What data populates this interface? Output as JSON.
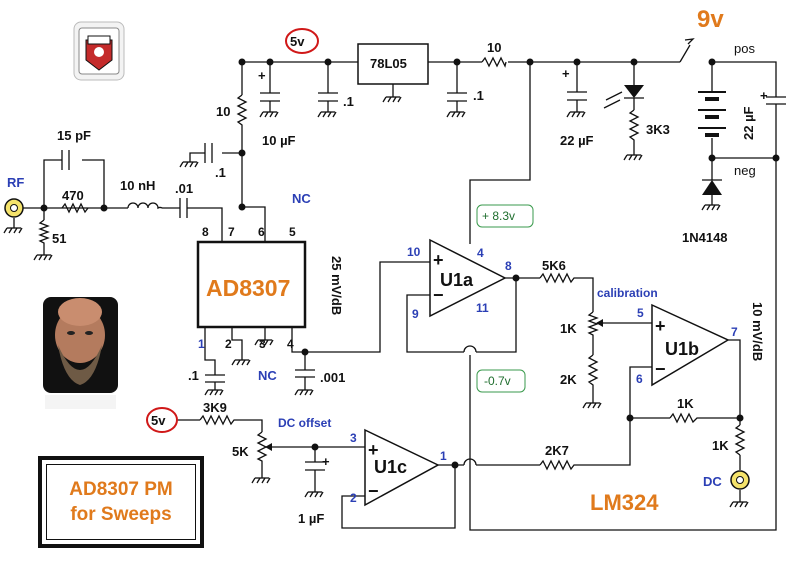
{
  "title": {
    "line1": "AD8307 PM",
    "line2": "for Sweeps"
  },
  "supply": {
    "v9": "9v",
    "pos": "pos",
    "neg": "neg",
    "v5a": "5v",
    "v5b": "5v"
  },
  "chips": {
    "ad8307": "AD8307",
    "lm324": "LM324",
    "u1a": "U1a",
    "u1b": "U1b",
    "u1c": "U1c",
    "reg": "78L05"
  },
  "components": {
    "c15p": "15 pF",
    "r470": "470",
    "l10n": "10 nH",
    "c01a": ".01",
    "c1a": ".1",
    "r10a": "10",
    "c10u": "10 µF",
    "c1b": ".1",
    "r10b": "10",
    "c1c": ".1",
    "c22ua": "22 µF",
    "r3k3": "3K3",
    "c22ub": "22 µF",
    "d1n4148": "1N4148",
    "r51": "51",
    "r5k6": "5K6",
    "r1ka": "1K",
    "r2k": "2K",
    "r1kb": "1K",
    "r1kc": "1K",
    "r3k9": "3K9",
    "r5k": "5K",
    "r2k7": "2K7",
    "c1u": "1 µF",
    "c1d": ".1",
    "c001": ".001"
  },
  "labels": {
    "rf": "RF",
    "dc": "DC",
    "nc1": "NC",
    "nc2": "NC",
    "slope1": "25 mV/dB",
    "slope2": "10 mV/dB",
    "calibration": "calibration",
    "dcoffset": "DC offset",
    "v83": "+ 8.3v",
    "vm07": "-0.7v"
  },
  "pins": {
    "p8": "8",
    "p7": "7",
    "p6": "6",
    "p5": "5",
    "p1": "1",
    "p2": "2",
    "p3": "3",
    "p4": "4",
    "a10": "10",
    "a9": "9",
    "a4": "4",
    "a11": "11",
    "a8": "8",
    "b5": "5",
    "b6": "6",
    "b7": "7",
    "c3": "3",
    "c2": "2",
    "c1": "1"
  },
  "icons": [
    "logo-badge-icon",
    "avatar-photo-icon"
  ]
}
